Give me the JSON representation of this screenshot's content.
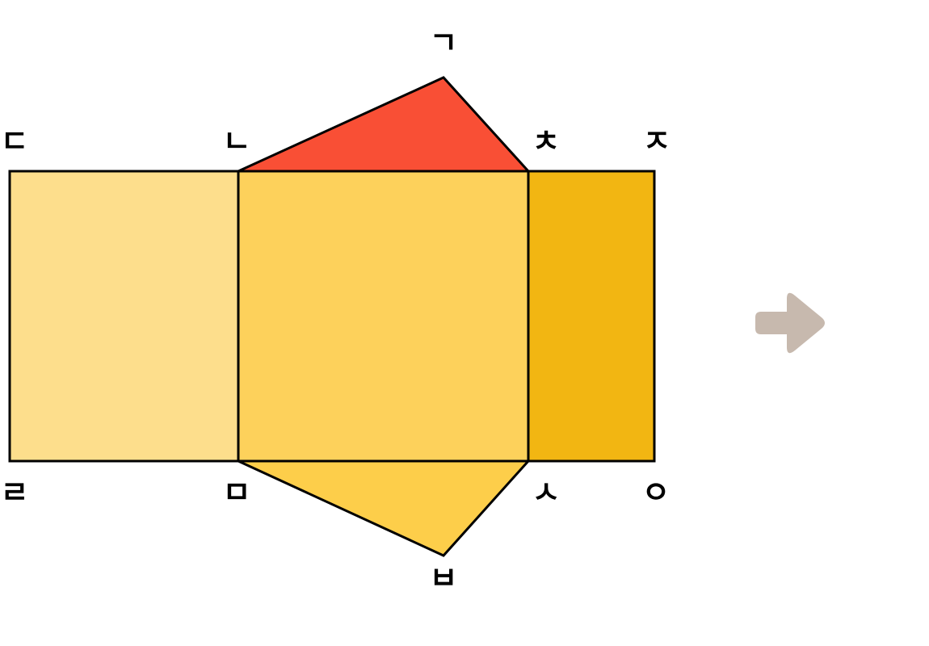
{
  "diagram": {
    "vertex_labels": {
      "top_apex": "ㄱ",
      "top_left_center": "ㄴ",
      "top_left": "ㄷ",
      "bottom_left": "ㄹ",
      "bottom_left_center": "ㅁ",
      "bottom_apex": "ㅂ",
      "bottom_right_center": "ㅅ",
      "bottom_right": "ㅇ",
      "top_right": "ㅈ",
      "top_right_center": "ㅊ"
    },
    "colors": {
      "left_face": "#FDDE8C",
      "center_face": "#FDD15B",
      "right_face": "#F2B612",
      "top_triangle": "#F94F35",
      "bottom_triangle": "#FDCE4A",
      "arrow": "#C7B9AE"
    },
    "arrow_icon": "right-arrow-icon"
  }
}
